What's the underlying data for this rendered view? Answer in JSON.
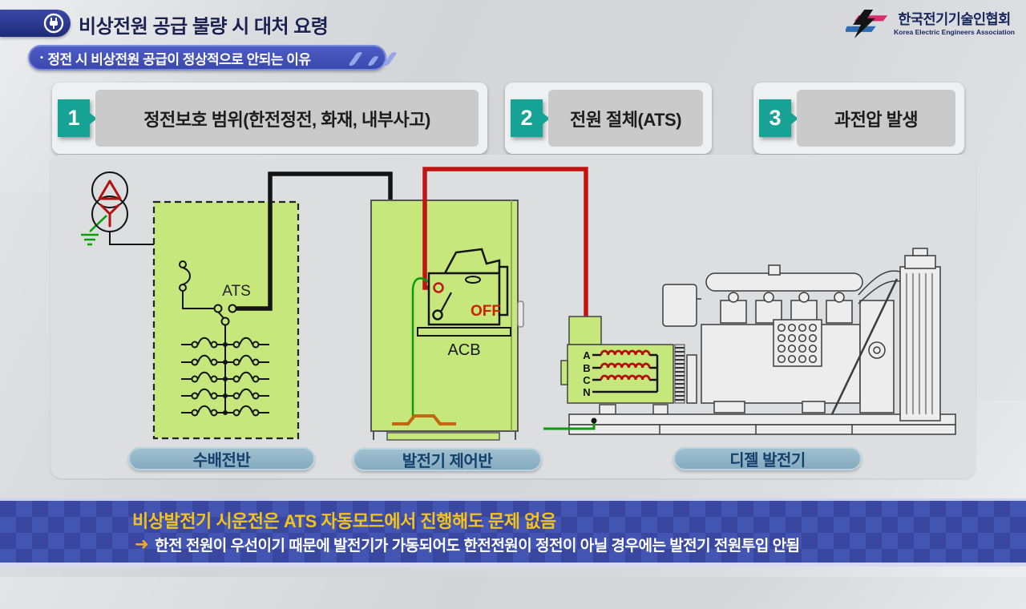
{
  "header": {
    "title": "비상전원 공급 불량 시 대처 요령",
    "subtitle_bullet": "▪",
    "subtitle_text": "정전 시 비상전원 공급이 정상적으로 안되는 이유",
    "logo": {
      "name": "한국전기기술인협회",
      "subtitle": "Korea Electric Engineers Association"
    }
  },
  "reasons": [
    {
      "number": "1",
      "label": "정전보호 범위(한전정전, 화재, 내부사고)"
    },
    {
      "number": "2",
      "label": "전원 절체(ATS)"
    },
    {
      "number": "3",
      "label": "과전압 발생"
    }
  ],
  "diagram": {
    "labels": {
      "ats": "ATS",
      "acb": "ACB",
      "acb_status": "OFF"
    },
    "phases": [
      "A",
      "B",
      "C",
      "N"
    ],
    "captions": {
      "switchgear": "수배전반",
      "control_panel": "발전기 제어반",
      "generator": "디젤 발전기"
    }
  },
  "footer": {
    "headline": "비상발전기 시운전은 ATS 자동모드에서 진행해도 문제 없음",
    "arrow_icon": "➜",
    "detail": "한전 전원이 우선이기 때문에 발전기가 가동되어도 한전전원이 정전이 아닐 경우에는 발전기 전원투입 안됨"
  },
  "colors": {
    "accent_teal": "#16a294",
    "panel_green": "#c6e77c",
    "wire_black": "#141414",
    "wire_red": "#c11515",
    "wire_green": "#0a9e0a",
    "banner_blue": "#3947a0",
    "headline_yellow": "#f2c21d",
    "caption_pill_blue": "#8fb3c6"
  }
}
